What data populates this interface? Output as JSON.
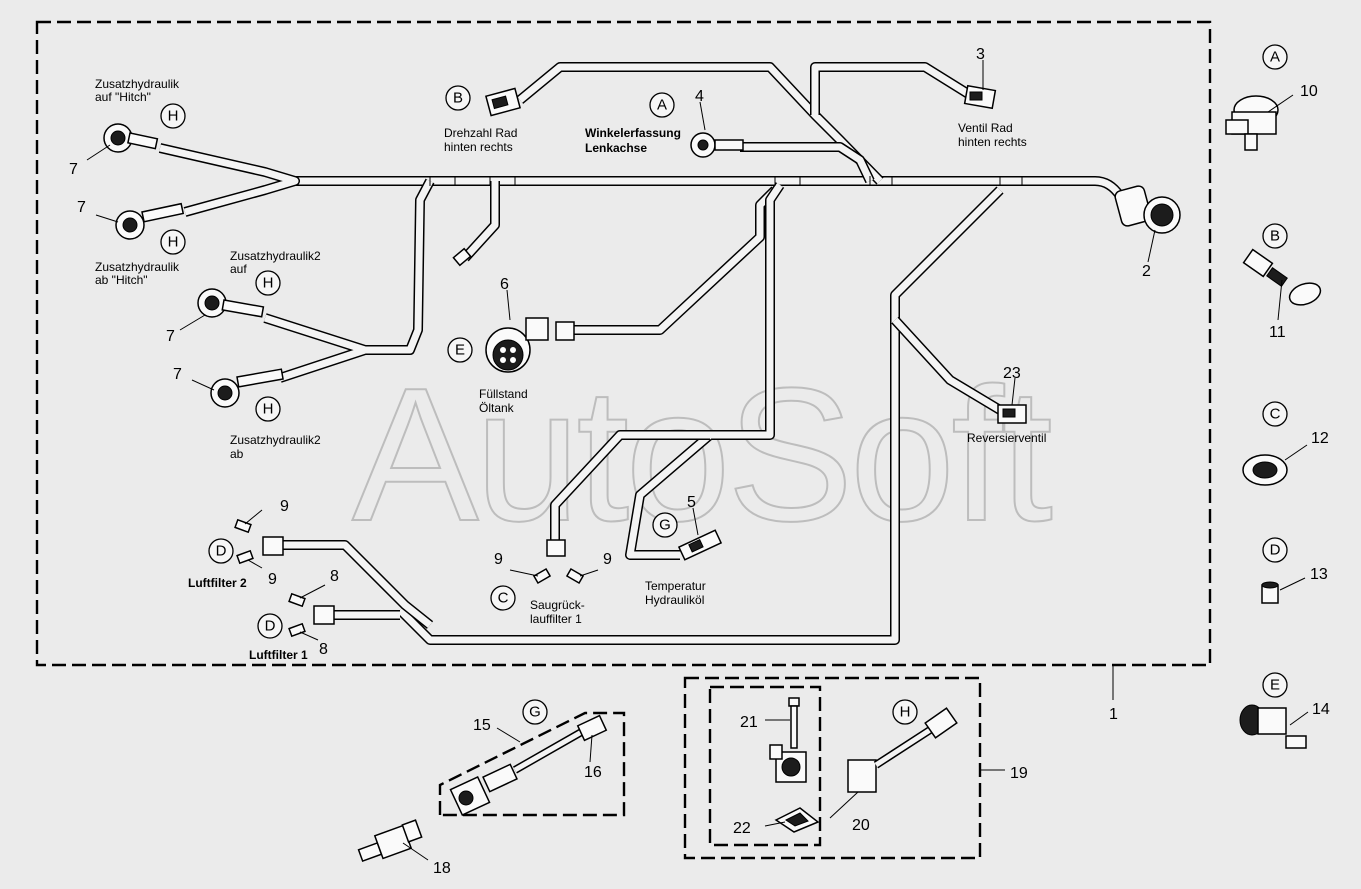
{
  "watermark": "AutoSoft",
  "labels": {
    "zus_hitch_auf_1": "Zusatzhydraulik",
    "zus_hitch_auf_2": "auf \"Hitch\"",
    "zus_hitch_ab_1": "Zusatzhydraulik",
    "zus_hitch_ab_2": "ab \"Hitch\"",
    "zus2_auf_1": "Zusatzhydraulik2",
    "zus2_auf_2": "auf",
    "zus2_ab_1": "Zusatzhydraulik2",
    "zus2_ab_2": "ab",
    "drehzahl_1": "Drehzahl Rad",
    "drehzahl_2": "hinten rechts",
    "winkel_1": "Winkelerfassung",
    "winkel_2": "Lenkachse",
    "ventil_1": "Ventil Rad",
    "ventil_2": "hinten rechts",
    "fuellstand_1": "Füllstand",
    "fuellstand_2": "Öltank",
    "reversier": "Reversierventil",
    "temp_1": "Temperatur",
    "temp_2": "Hydrauliköl",
    "saug_1": "Saugrück-",
    "saug_2": "lauffilter 1",
    "luft2": "Luftfilter 2",
    "luft1": "Luftfilter 1"
  },
  "part_numbers": {
    "n1": "1",
    "n2": "2",
    "n3": "3",
    "n4": "4",
    "n5": "5",
    "n6": "6",
    "n7": "7",
    "n8": "8",
    "n9": "9",
    "n10": "10",
    "n11": "11",
    "n12": "12",
    "n13": "13",
    "n14": "14",
    "n15": "15",
    "n16": "16",
    "n18": "18",
    "n19": "19",
    "n20": "20",
    "n21": "21",
    "n22": "22",
    "n23": "23"
  },
  "circle_letters": {
    "a": "A",
    "b": "B",
    "c": "C",
    "d": "D",
    "e": "E",
    "g": "G",
    "h": "H"
  }
}
